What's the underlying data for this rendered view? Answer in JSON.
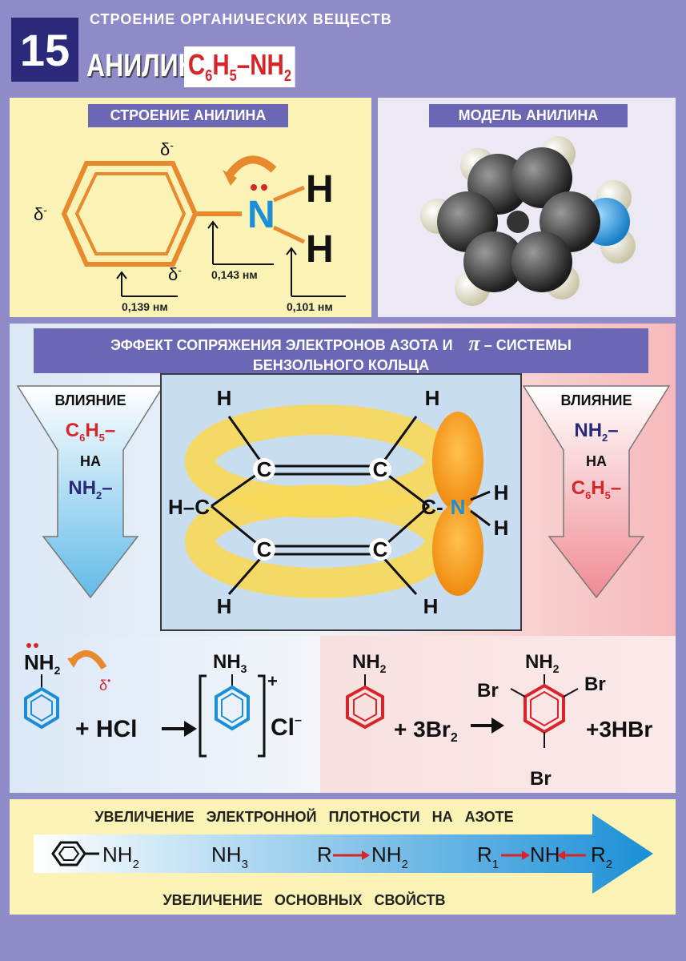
{
  "header": {
    "number": "15",
    "subtitle": "СТРОЕНИЕ ОРГАНИЧЕСКИХ ВЕЩЕСТВ",
    "title": "АНИЛИН",
    "formula": {
      "c": "C",
      "c_n": "6",
      "h": "H",
      "h_n": "5",
      "rest": "–NH",
      "rest_n": "2"
    }
  },
  "structure_panel": {
    "label": "СТРОЕНИЕ АНИЛИНА",
    "delta": "δ",
    "delta_sign": "-",
    "n": "N",
    "h1": "H",
    "h2": "H",
    "bond_cc": "0,139 нм",
    "bond_cn": "0,143 нм",
    "bond_nh": "0,101 нм"
  },
  "model_panel": {
    "label": "МОДЕЛЬ АНИЛИНА"
  },
  "conjugation": {
    "title_line1": "ЭФФЕКТ СОПРЯЖЕНИЯ ЭЛЕКТРОНОВ АЗОТА И",
    "pi": "π",
    "title_tail": "– СИСТЕМЫ",
    "title_line2": "БЕНЗОЛЬНОГО КОЛЬЦА",
    "left_arrow": {
      "word1": "ВЛИЯНИЕ",
      "group1": "C",
      "g1_n": "6",
      "g1_h": "H",
      "g1_hn": "5",
      "dash": "–",
      "word2": "НА",
      "group2": "NH",
      "g2_n": "2"
    },
    "right_arrow": {
      "word1": "ВЛИЯНИЕ",
      "group1": "NH",
      "g1_n": "2",
      "dash": "–",
      "word2": "НА",
      "group2": "C",
      "g2_n": "6",
      "g2_h": "H",
      "g2_hn": "5"
    },
    "atoms": {
      "h": "H",
      "c": "C",
      "n": "N",
      "hc": "H–C",
      "cn": "C-"
    }
  },
  "reactions": {
    "r1": {
      "reactant": "NH",
      "r_n": "2",
      "delta": "δ",
      "plus": "+ HCl",
      "product": "NH",
      "p_n": "3",
      "charge": "+",
      "anion": "Cl",
      "anion_charge": "–"
    },
    "r2": {
      "reactant": "NH",
      "r_n": "2",
      "reagent": "+ 3Br",
      "reagent_n": "2",
      "product": "NH",
      "p_n": "2",
      "br": "Br",
      "byproduct": "+3HBr"
    }
  },
  "bottom": {
    "top_caption": "УВЕЛИЧЕНИЕ ЭЛЕКТРОННОЙ ПЛОТНОСТИ НА АЗОТЕ",
    "bottom_caption": "УВЕЛИЧЕНИЕ ОСНОВНЫХ СВОЙСТВ",
    "s1": "NH",
    "s1_n": "2",
    "s2": "NH",
    "s2_n": "3",
    "s3_r": "R",
    "s3": "NH",
    "s3_n": "2",
    "s4_r1": "R",
    "s4_r1_n": "1",
    "s4_nh": "NH",
    "s4_r2": "R",
    "s4_r2_n": "2"
  },
  "colors": {
    "background": "#8e8bc8",
    "label": "#6c67b4",
    "orange": "#e8892e",
    "nitrogen": "#1a8fd6",
    "red": "#d6262b",
    "navy": "#2b2a7a"
  }
}
